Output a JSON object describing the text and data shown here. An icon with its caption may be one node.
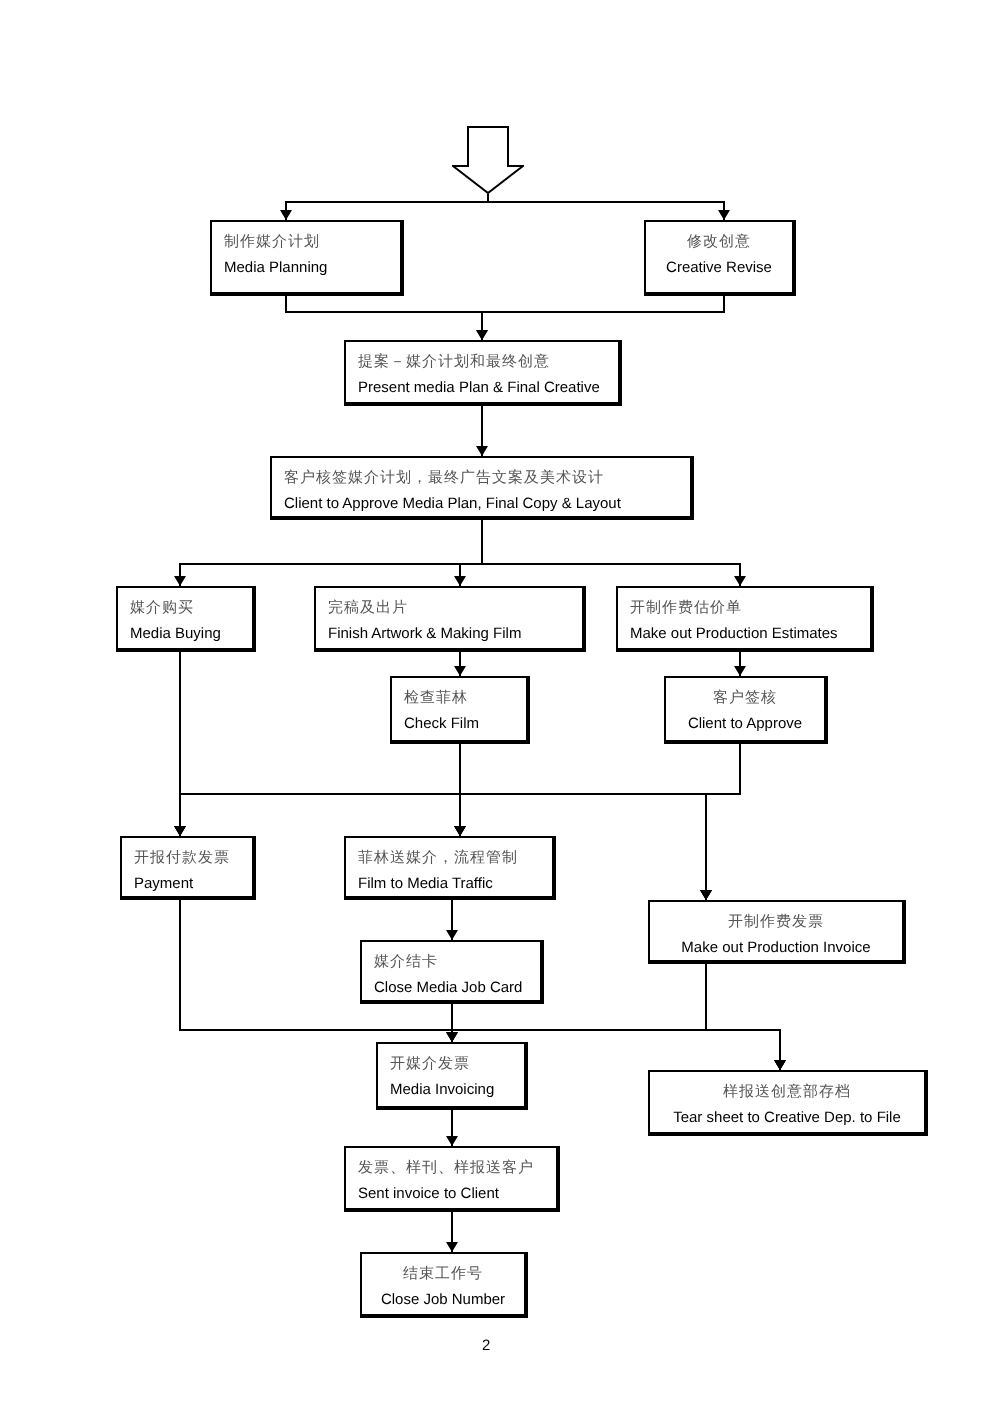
{
  "diagram": {
    "nodes": [
      {
        "text": [],
        "shape": "arrow"
      },
      {
        "text": [
          "制作媒介计划",
          "Media Planning"
        ]
      },
      {
        "text": [
          "修改创意",
          "Creative Revise"
        ]
      },
      {
        "text": [
          "提案－媒介计划和最终创意",
          "Present media Plan & Final Creative"
        ]
      },
      {
        "text": [
          "客户核签媒介计划，最终广告文案及美术设计",
          "Client to Approve Media Plan, Final Copy & Layout"
        ]
      },
      {
        "text": [
          "媒介购买",
          "Media Buying"
        ]
      },
      {
        "text": [
          "完稿及出片",
          "Finish Artwork & Making Film"
        ]
      },
      {
        "text": [
          "开制作费估价单",
          "Make out Production Estimates"
        ]
      },
      {
        "text": [
          "检查菲林",
          "Check Film"
        ]
      },
      {
        "text": [
          "客户签核",
          "Client to Approve"
        ]
      },
      {
        "text": [
          "开报付款发票",
          "Payment"
        ]
      },
      {
        "text": [
          "菲林送媒介，流程管制",
          "Film to Media Traffic"
        ]
      },
      {
        "text": [
          "开制作费发票",
          "Make out Production Invoice"
        ]
      },
      {
        "text": [
          "媒介结卡",
          "Close Media Job Card"
        ]
      },
      {
        "text": [
          "开媒介发票",
          "Media Invoicing"
        ]
      },
      {
        "text": [
          "样报送创意部存档",
          "Tear sheet to Creative Dep. to File"
        ]
      },
      {
        "text": [
          "发票、样刊、样报送客户",
          "Sent invoice to Client"
        ]
      },
      {
        "text": [
          "结束工作号",
          "Close Job Number"
        ]
      }
    ],
    "edges": [
      {
        "from": 0,
        "to": 1,
        "arrow": "to"
      },
      {
        "from": 0,
        "to": 2,
        "arrow": "to"
      },
      {
        "from": 1,
        "to": 3,
        "arrow": "to"
      },
      {
        "from": 2,
        "to": 3,
        "arrow": "to"
      },
      {
        "from": 3,
        "to": 4,
        "arrow": "to"
      },
      {
        "from": 4,
        "to": 5,
        "arrow": "to"
      },
      {
        "from": 4,
        "to": 6,
        "arrow": "to"
      },
      {
        "from": 4,
        "to": 7,
        "arrow": "to"
      },
      {
        "from": 6,
        "to": 8,
        "arrow": "to"
      },
      {
        "from": 7,
        "to": 9,
        "arrow": "to"
      },
      {
        "from": 5,
        "to": 10,
        "arrow": "to"
      },
      {
        "from": 5,
        "to": 11,
        "arrow": "to"
      },
      {
        "from": 5,
        "to": 12,
        "arrow": "to"
      },
      {
        "from": 8,
        "to": 10,
        "arrow": "to"
      },
      {
        "from": 8,
        "to": 11,
        "arrow": "to"
      },
      {
        "from": 8,
        "to": 12,
        "arrow": "to"
      },
      {
        "from": 9,
        "to": 10,
        "arrow": "to"
      },
      {
        "from": 9,
        "to": 11,
        "arrow": "to"
      },
      {
        "from": 9,
        "to": 12,
        "arrow": "to"
      },
      {
        "from": 11,
        "to": 13,
        "arrow": "to"
      },
      {
        "from": 10,
        "to": 14,
        "arrow": "to"
      },
      {
        "from": 10,
        "to": 15,
        "arrow": "to"
      },
      {
        "from": 13,
        "to": 14,
        "arrow": "to"
      },
      {
        "from": 13,
        "to": 15,
        "arrow": "to"
      },
      {
        "from": 12,
        "to": 14,
        "arrow": "to"
      },
      {
        "from": 12,
        "to": 15,
        "arrow": "to"
      },
      {
        "from": 14,
        "to": 16,
        "arrow": "to"
      },
      {
        "from": 16,
        "to": 17,
        "arrow": "to"
      }
    ],
    "labels": [
      "2"
    ]
  }
}
